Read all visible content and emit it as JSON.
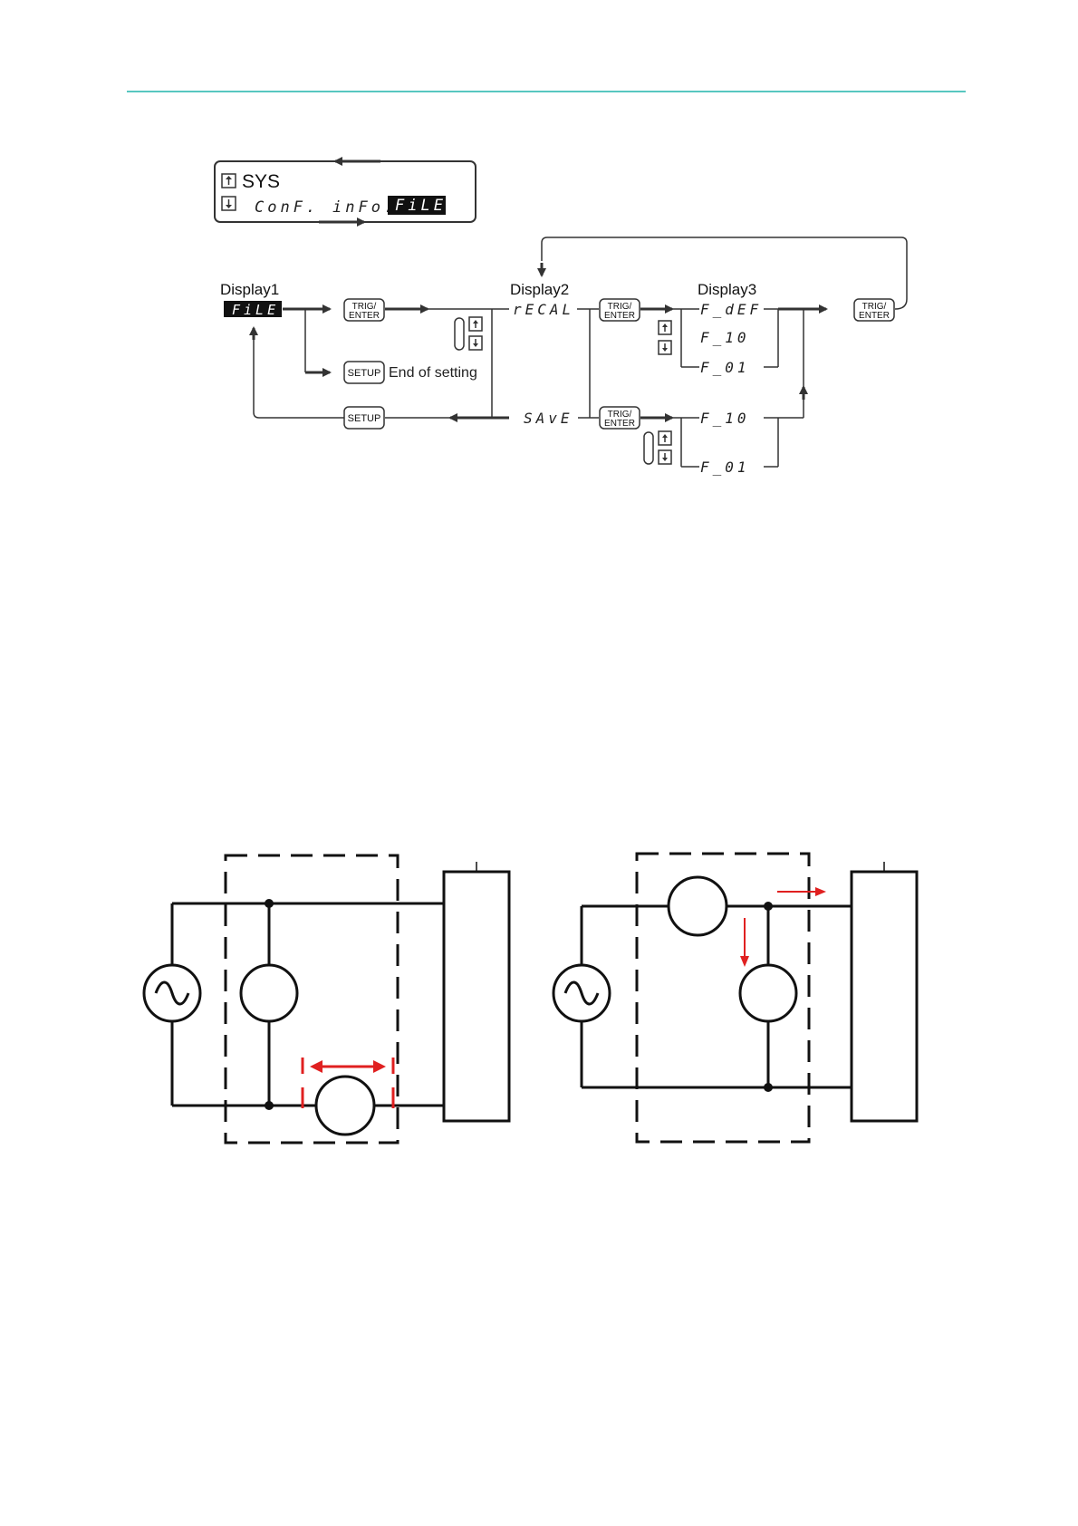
{
  "header": {
    "accent_color": "#58c7c0"
  },
  "menu_panel": {
    "title": "SYS",
    "items": [
      "ConF.",
      "inFo.",
      "FiLE"
    ],
    "selected_item": "FiLE"
  },
  "flow": {
    "display1_label": "Display1",
    "display1_value": "FiLE",
    "display2_label": "Display2",
    "display2_items": [
      "rECAL",
      "SAvE"
    ],
    "display3_label": "Display3",
    "recall_options": [
      "F_dEF",
      "F_10",
      "F_01"
    ],
    "save_options": [
      "F_10",
      "F_01"
    ],
    "keys": {
      "trig_enter_line1": "TRIG/",
      "trig_enter_line2": "ENTER",
      "setup": "SETUP"
    },
    "end_of_setting": "End of setting"
  },
  "circuit": {
    "highlight_color": "#e02020"
  }
}
